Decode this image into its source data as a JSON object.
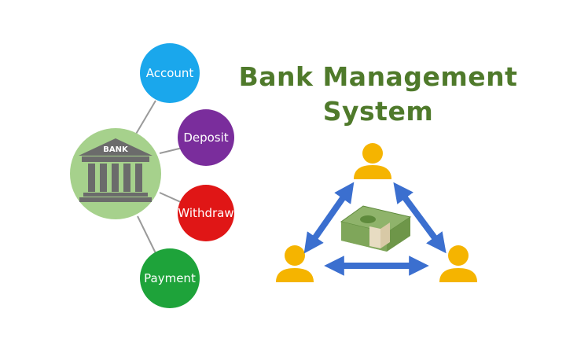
{
  "title": {
    "line1": "Bank Management",
    "line2": "System"
  },
  "bank": {
    "label": "BANK"
  },
  "nodes": [
    {
      "label": "Account",
      "color": "#1aa7ec"
    },
    {
      "label": "Deposit",
      "color": "#7a2d9c"
    },
    {
      "label": "Withdraw",
      "color": "#e01616"
    },
    {
      "label": "Payment",
      "color": "#1ea33a"
    }
  ],
  "colors": {
    "hub": "#a6d18c",
    "bank_icon": "#6b6b6b",
    "user_icon": "#f5b400",
    "arrow": "#3b6fcf",
    "connector": "#9a9a9a",
    "title": "#4f7a2b"
  },
  "icons": [
    "bank-icon",
    "user-icon",
    "money-stack-icon",
    "double-arrow-icon"
  ]
}
